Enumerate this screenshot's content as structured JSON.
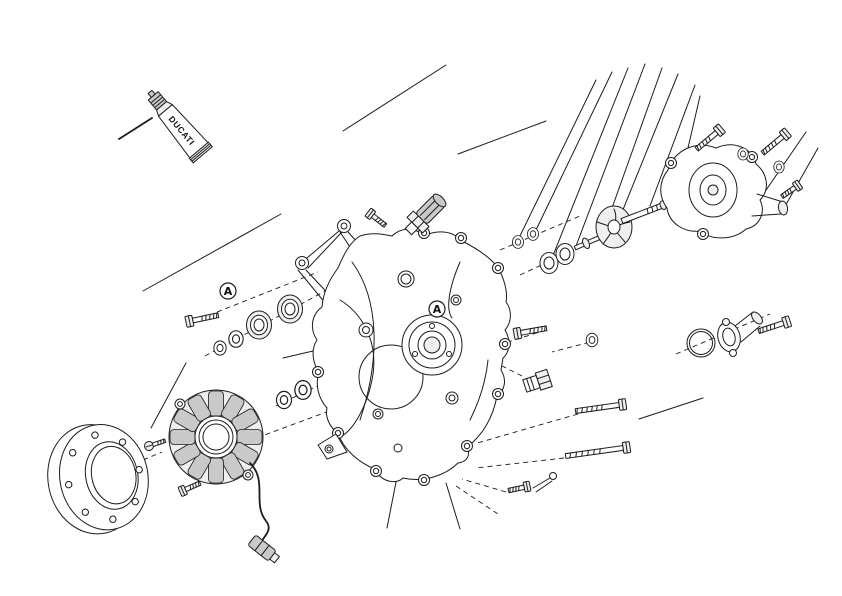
{
  "colors": {
    "line": "#1c1c1c",
    "bg": "#ffffff",
    "fill_light": "#efefef",
    "fill_mid": "#c9c9c9",
    "fill_dark": "#969696"
  },
  "diagram": {
    "type": "exploded-parts-diagram",
    "subject": "generator-side-crankcase-cover-and-water-pump",
    "brand_label": "DUCATI",
    "callouts": [
      {
        "id": "A-bearing-axis",
        "label": "A"
      },
      {
        "id": "A-cover-hub",
        "label": "A"
      }
    ],
    "parts": [
      "sealant-tube",
      "hex-bolt",
      "washers",
      "ball-bearings",
      "generator-cover",
      "breather-union",
      "flywheel-rotor",
      "stator",
      "stator-cable-connector",
      "water-pump-shaft-impeller",
      "mechanical-seal-rings",
      "water-pump-cover",
      "pump-cover-bolts",
      "o-ring",
      "water-union",
      "hex-plug",
      "long-bolts",
      "cotter-pin",
      "screws"
    ]
  }
}
